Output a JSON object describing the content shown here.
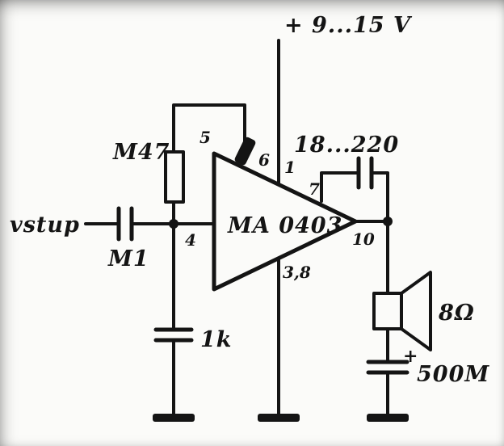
{
  "labels": {
    "supply": "+ 9...15 V",
    "input": "vstup",
    "feedback_resistor": "M47",
    "input_capacitor": "M1",
    "bypass_capacitor": "1k",
    "ic_name": "MA 0403",
    "feedback_capacitor": "18...220",
    "speaker_impedance": "8Ω",
    "output_cap_polarity": "+",
    "output_capacitor": "500M"
  },
  "pins": {
    "pin5": "5",
    "pin6": "6",
    "pin1": "1",
    "pin7": "7",
    "pin4": "4",
    "pin10": "10",
    "pin38": "3,8"
  },
  "colors": {
    "ink": "#141414",
    "paper": "#fbfbf9"
  }
}
